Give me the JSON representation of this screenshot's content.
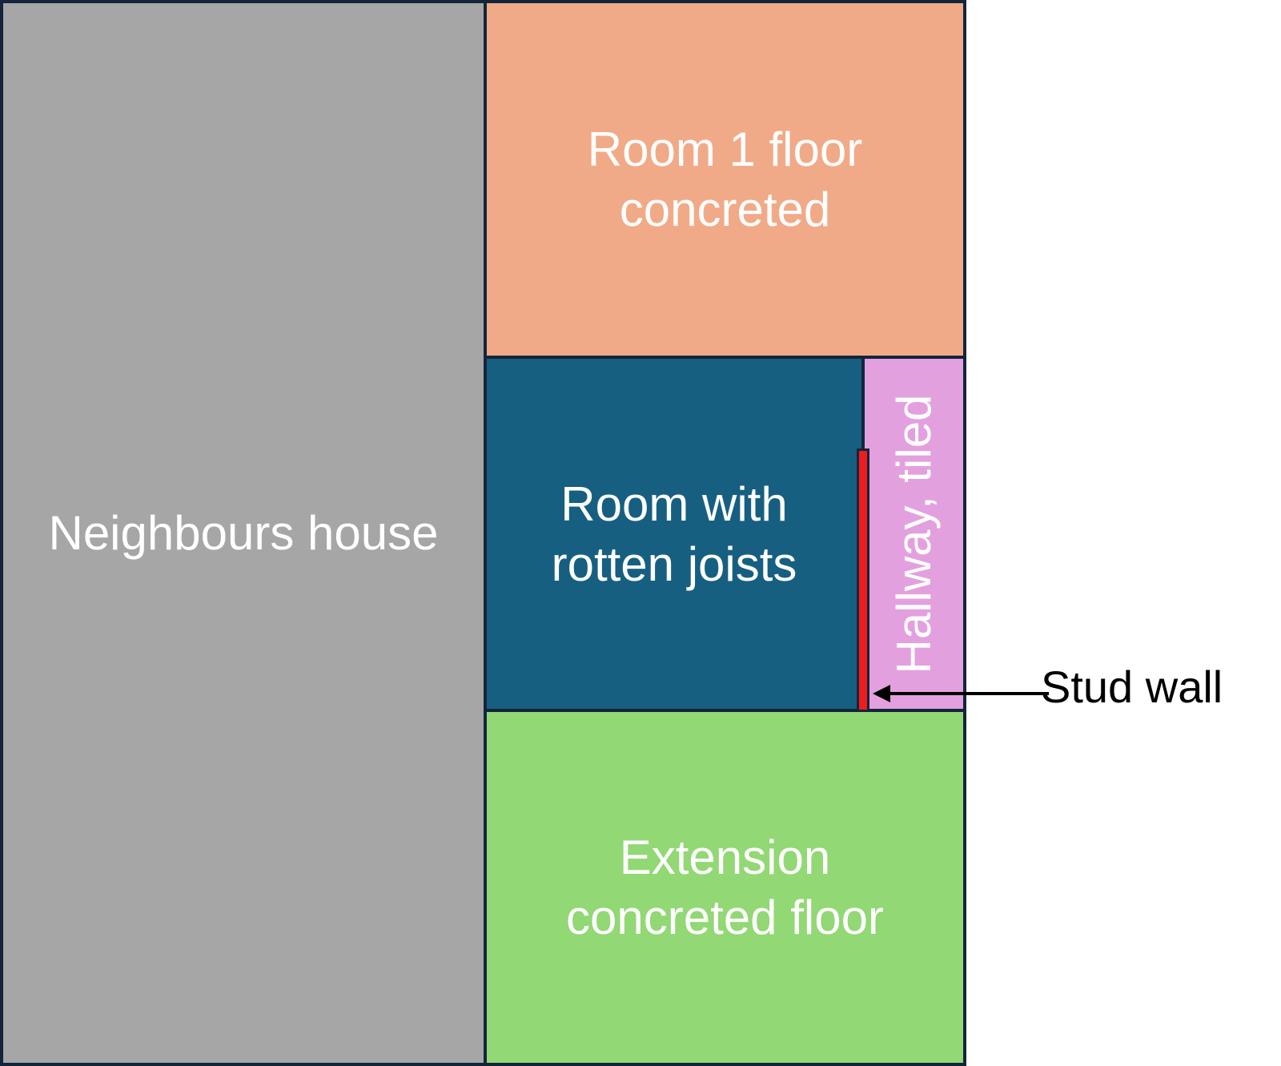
{
  "rooms": {
    "neighbours": {
      "label": "Neighbours house",
      "color": "#a6a6a6"
    },
    "room1": {
      "label": "Room 1 floor\nconcreted",
      "color": "#f1aa87"
    },
    "rotten": {
      "label": "Room with\nrotten joists",
      "color": "#175f81"
    },
    "hallway": {
      "label": "Hallway, tiled",
      "color": "#e3a0de"
    },
    "extension": {
      "label": "Extension\nconcreted floor",
      "color": "#92d875"
    }
  },
  "stud_wall": {
    "label": "Stud wall",
    "color": "#ee1c1c"
  },
  "outline_color": "#13253a"
}
